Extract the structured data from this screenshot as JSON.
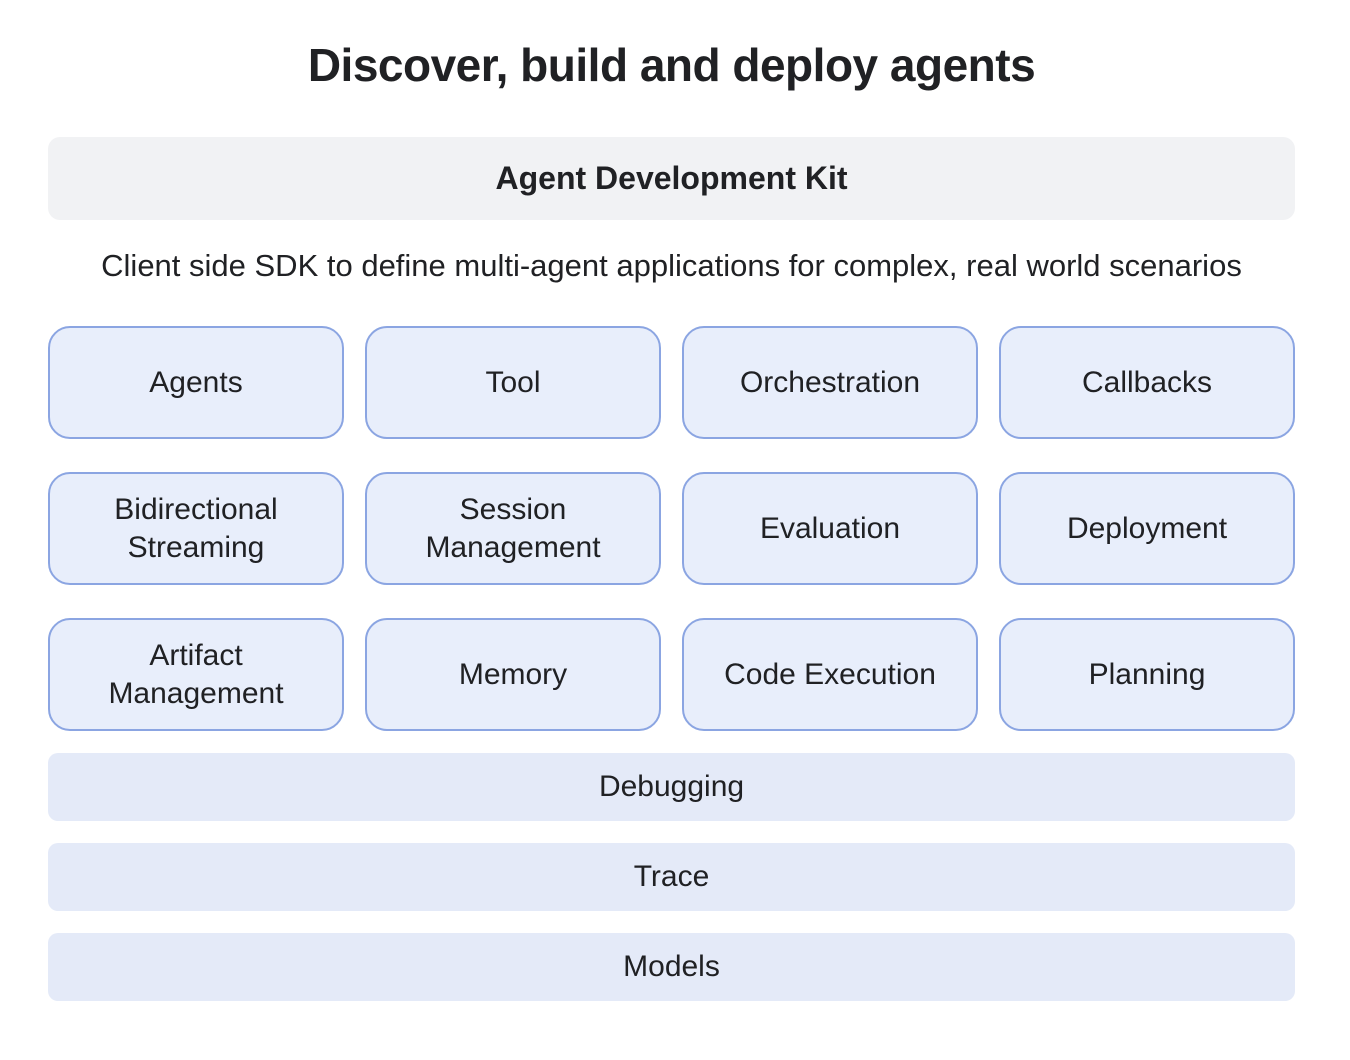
{
  "title": "Discover, build and deploy agents",
  "kit": {
    "label": "Agent Development Kit"
  },
  "subtitle": "Client side SDK to define multi-agent applications for complex, real world scenarios",
  "cards": [
    "Agents",
    "Tool",
    "Orchestration",
    "Callbacks",
    "Bidirectional Streaming",
    "Session Management",
    "Evaluation",
    "Deployment",
    "Artifact Management",
    "Memory",
    "Code Execution",
    "Planning"
  ],
  "layers": [
    "Debugging",
    "Trace",
    "Models"
  ],
  "colors": {
    "text": "#202124",
    "card_fill": "#E8EEFB",
    "card_border": "#8BA5E2",
    "layer_fill": "#E4EAF8",
    "banner_fill": "#F1F2F4",
    "background": "#FFFFFF"
  }
}
